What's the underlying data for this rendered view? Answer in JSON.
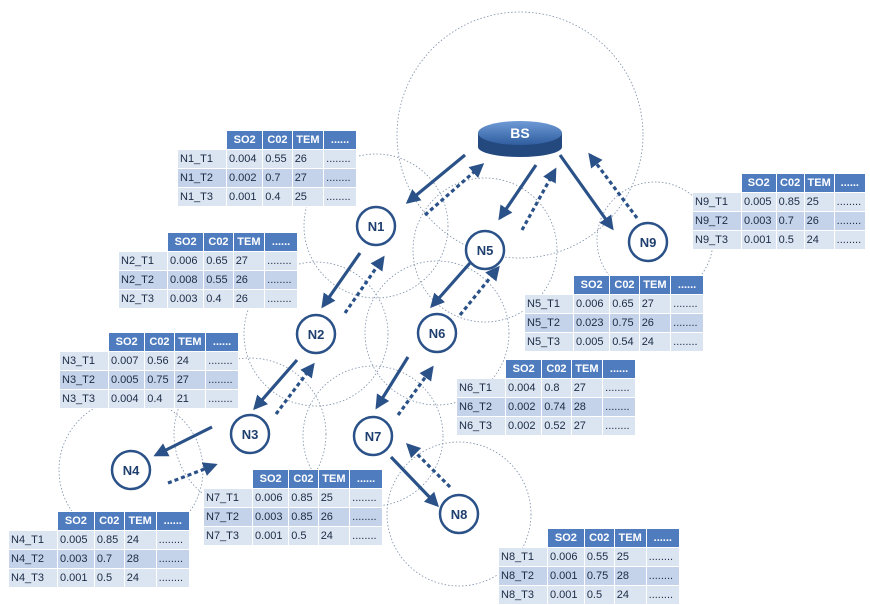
{
  "base_station": {
    "label": "BS"
  },
  "nodes": [
    {
      "id": "N1",
      "label": "N1"
    },
    {
      "id": "N2",
      "label": "N2"
    },
    {
      "id": "N3",
      "label": "N3"
    },
    {
      "id": "N4",
      "label": "N4"
    },
    {
      "id": "N5",
      "label": "N5"
    },
    {
      "id": "N6",
      "label": "N6"
    },
    {
      "id": "N7",
      "label": "N7"
    },
    {
      "id": "N8",
      "label": "N8"
    },
    {
      "id": "N9",
      "label": "N9"
    }
  ],
  "table_headers": [
    "SO2",
    "C02",
    "TEM",
    "......"
  ],
  "tables": [
    {
      "node": "N1",
      "rows": [
        {
          "name": "N1_T1",
          "so2": "0.004",
          "c02": "0.55",
          "tem": "26",
          "more": "........"
        },
        {
          "name": "N1_T2",
          "so2": "0.002",
          "c02": "0.7",
          "tem": "27",
          "more": "........"
        },
        {
          "name": "N1_T3",
          "so2": "0.001",
          "c02": "0.4",
          "tem": "25",
          "more": "........"
        }
      ]
    },
    {
      "node": "N2",
      "rows": [
        {
          "name": "N2_T1",
          "so2": "0.006",
          "c02": "0.65",
          "tem": "27",
          "more": "........"
        },
        {
          "name": "N2_T2",
          "so2": "0.008",
          "c02": "0.55",
          "tem": "26",
          "more": "........"
        },
        {
          "name": "N2_T3",
          "so2": "0.003",
          "c02": "0.4",
          "tem": "26",
          "more": "........"
        }
      ]
    },
    {
      "node": "N3",
      "rows": [
        {
          "name": "N3_T1",
          "so2": "0.007",
          "c02": "0.56",
          "tem": "24",
          "more": "........"
        },
        {
          "name": "N3_T2",
          "so2": "0.005",
          "c02": "0.75",
          "tem": "27",
          "more": "........"
        },
        {
          "name": "N3_T3",
          "so2": "0.004",
          "c02": "0.4",
          "tem": "21",
          "more": "........"
        }
      ]
    },
    {
      "node": "N4",
      "rows": [
        {
          "name": "N4_T1",
          "so2": "0.005",
          "c02": "0.85",
          "tem": "24",
          "more": "........"
        },
        {
          "name": "N4_T2",
          "so2": "0.003",
          "c02": "0.7",
          "tem": "28",
          "more": "........"
        },
        {
          "name": "N4_T3",
          "so2": "0.001",
          "c02": "0.5",
          "tem": "24",
          "more": "........"
        }
      ]
    },
    {
      "node": "N5",
      "rows": [
        {
          "name": "N5_T1",
          "so2": "0.006",
          "c02": "0.65",
          "tem": "27",
          "more": "........"
        },
        {
          "name": "N5_T2",
          "so2": "0.023",
          "c02": "0.75",
          "tem": "26",
          "more": "........"
        },
        {
          "name": "N5_T3",
          "so2": "0.005",
          "c02": "0.54",
          "tem": "24",
          "more": "........"
        }
      ]
    },
    {
      "node": "N6",
      "rows": [
        {
          "name": "N6_T1",
          "so2": "0.004",
          "c02": "0.8",
          "tem": "27",
          "more": "........"
        },
        {
          "name": "N6_T2",
          "so2": "0.002",
          "c02": "0.74",
          "tem": "28",
          "more": "........"
        },
        {
          "name": "N6_T3",
          "so2": "0.002",
          "c02": "0.52",
          "tem": "27",
          "more": "........"
        }
      ]
    },
    {
      "node": "N7",
      "rows": [
        {
          "name": "N7_T1",
          "so2": "0.006",
          "c02": "0.85",
          "tem": "25",
          "more": "........"
        },
        {
          "name": "N7_T2",
          "so2": "0.003",
          "c02": "0.85",
          "tem": "26",
          "more": "........"
        },
        {
          "name": "N7_T3",
          "so2": "0.001",
          "c02": "0.5",
          "tem": "24",
          "more": "........"
        }
      ]
    },
    {
      "node": "N8",
      "rows": [
        {
          "name": "N8_T1",
          "so2": "0.006",
          "c02": "0.55",
          "tem": "25",
          "more": "........"
        },
        {
          "name": "N8_T2",
          "so2": "0.001",
          "c02": "0.75",
          "tem": "28",
          "more": "........"
        },
        {
          "name": "N8_T3",
          "so2": "0.001",
          "c02": "0.5",
          "tem": "24",
          "more": "........"
        }
      ]
    },
    {
      "node": "N9",
      "rows": [
        {
          "name": "N9_T1",
          "so2": "0.005",
          "c02": "0.85",
          "tem": "25",
          "more": "........"
        },
        {
          "name": "N9_T2",
          "so2": "0.003",
          "c02": "0.7",
          "tem": "26",
          "more": "........"
        },
        {
          "name": "N9_T3",
          "so2": "0.001",
          "c02": "0.5",
          "tem": "24",
          "more": "........"
        }
      ]
    }
  ],
  "colors": {
    "arrow": "#2b5288",
    "node_border": "#2b5288",
    "table_header": "#4f7cbf",
    "table_row_a": "#c5d3ea",
    "table_row_b": "#dbe4f1",
    "range_circle": "#7a8ea8"
  }
}
